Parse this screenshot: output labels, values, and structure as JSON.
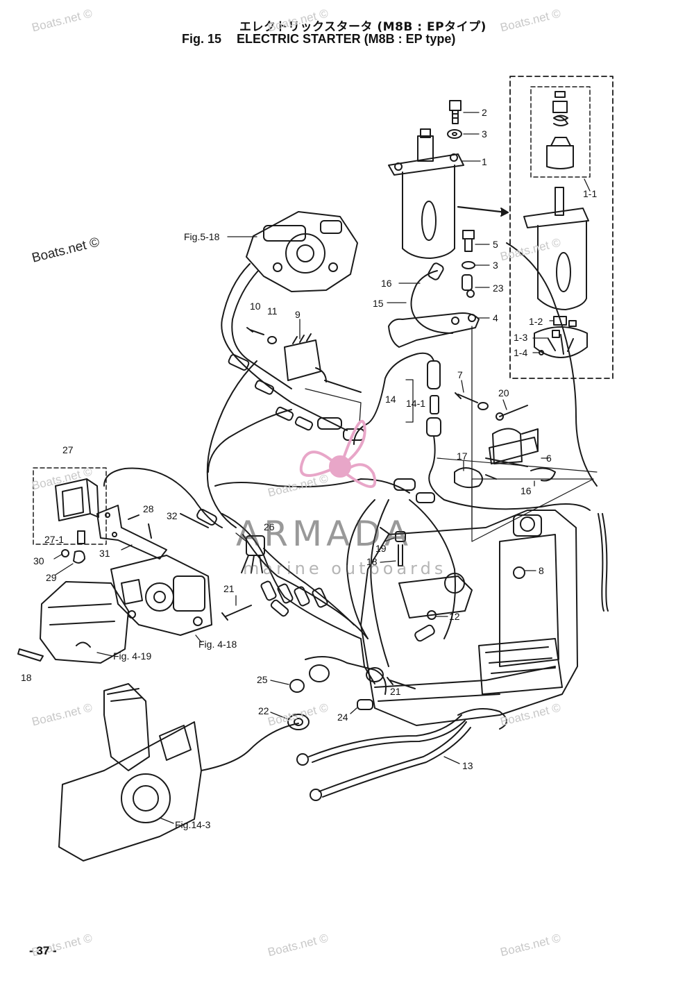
{
  "title": {
    "japanese": "エレクトリックスタータ (M8B : EPタイプ)",
    "figure": "Fig. 15",
    "english": "ELECTRIC STARTER (M8B : EP type)"
  },
  "figure_refs": {
    "fig_5_18": "Fig.5-18",
    "fig_4_19": "Fig. 4-19",
    "fig_4_18": "Fig. 4-18",
    "fig_14_3": "Fig.14-3"
  },
  "callouts": {
    "c1": "1",
    "c1_1": "1-1",
    "c1_2": "1-2",
    "c1_3": "1-3",
    "c1_4": "1-4",
    "c2": "2",
    "c3a": "3",
    "c3b": "3",
    "c4": "4",
    "c5": "5",
    "c6": "6",
    "c7": "7",
    "c8": "8",
    "c9": "9",
    "c10": "10",
    "c11": "11",
    "c12": "12",
    "c13": "13",
    "c14": "14",
    "c14_1": "14-1",
    "c15": "15",
    "c16a": "16",
    "c16b": "16",
    "c17": "17",
    "c18a": "18",
    "c18b": "18",
    "c19": "19",
    "c20": "20",
    "c21a": "21",
    "c21b": "21",
    "c22": "22",
    "c23": "23",
    "c24": "24",
    "c25": "25",
    "c26": "26",
    "c27": "27",
    "c27_1": "27-1",
    "c28": "28",
    "c29": "29",
    "c30": "30",
    "c31": "31",
    "c32": "32"
  },
  "watermarks": {
    "boats": "Boats.net ©",
    "brand": "ARMADA",
    "brand_sub": "marine outboards"
  },
  "page_number": "- 37 -",
  "colors": {
    "line": "#1a1a1a",
    "brand_pink": "#e8a6c8",
    "watermark_gray": "#c8c8c8"
  }
}
